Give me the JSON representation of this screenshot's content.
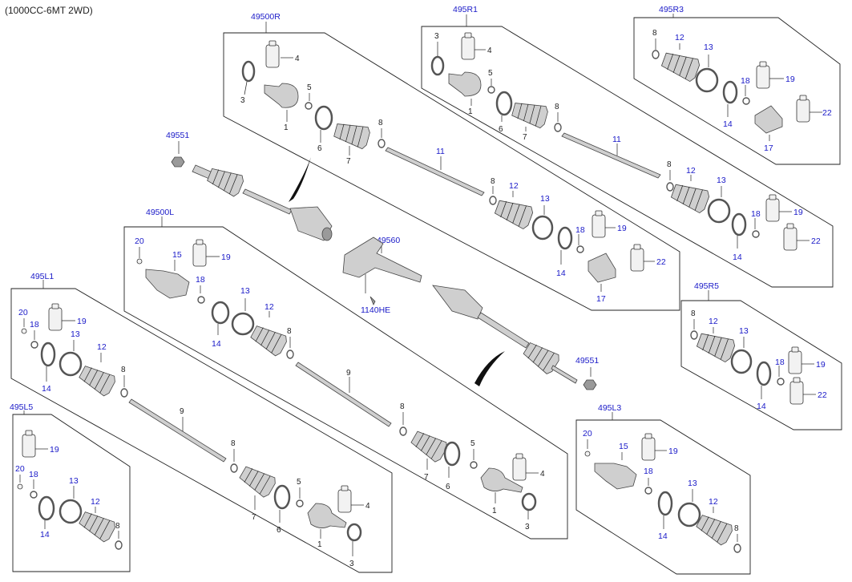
{
  "title": "(1000CC-6MT 2WD)",
  "colors": {
    "reference_number": "#1a1ac8",
    "part_number": "#222222",
    "outline": "#222222"
  },
  "refs": {
    "r49500R": "49500R",
    "r495R1": "495R1",
    "r495R3": "495R3",
    "r49551a": "49551",
    "r49551b": "49551",
    "r49500L": "49500L",
    "r49560": "49560",
    "r1140HE": "1140HE",
    "r495L1": "495L1",
    "r495R5": "495R5",
    "r495L5": "495L5",
    "r495L3": "495L3"
  },
  "nums": {
    "n1": "1",
    "n3": "3",
    "n4": "4",
    "n5": "5",
    "n6": "6",
    "n7": "7",
    "n8": "8",
    "n9": "9",
    "n11": "11",
    "n12": "12",
    "n13": "13",
    "n14": "14",
    "n15": "15",
    "n17": "17",
    "n18": "18",
    "n19": "19",
    "n20": "20",
    "n22": "22"
  },
  "part_names": {
    "outer_joint": "1",
    "boot_band_large": "3",
    "grease": "4",
    "boot_band_small": "5",
    "boot_band": "6",
    "boot": "7",
    "snap_ring": "8",
    "shaft_left": "9",
    "shaft_right": "11",
    "inner_boot": "12",
    "inner_band_large": "13",
    "inner_band": "14",
    "inner_joint": "15",
    "inner_housing": "17",
    "circlip": "18",
    "grease_inner": "19",
    "dust_seal": "20",
    "grease_housing": "22"
  }
}
